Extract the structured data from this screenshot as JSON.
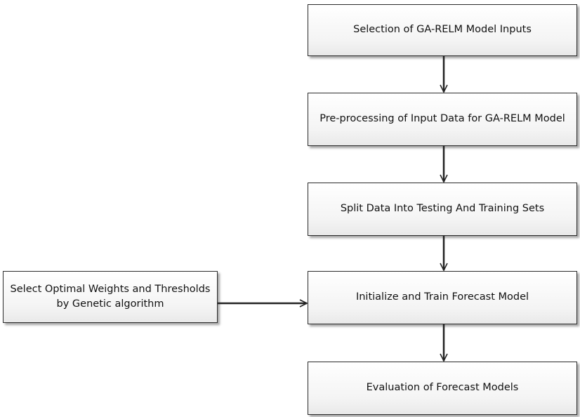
{
  "nodes": {
    "inputs": "Selection of GA-RELM Model Inputs",
    "preprocess": "Pre-processing of Input Data for GA-RELM Model",
    "split": "Split Data Into Testing And Training Sets",
    "train": "Initialize and Train Forecast Model",
    "evaluate": "Evaluation of Forecast Models",
    "genetic": "Select Optimal Weights and Thresholds by Genetic algorithm"
  },
  "edges": [
    {
      "from": "inputs",
      "to": "preprocess"
    },
    {
      "from": "preprocess",
      "to": "split"
    },
    {
      "from": "split",
      "to": "train"
    },
    {
      "from": "train",
      "to": "evaluate"
    },
    {
      "from": "genetic",
      "to": "train"
    }
  ]
}
